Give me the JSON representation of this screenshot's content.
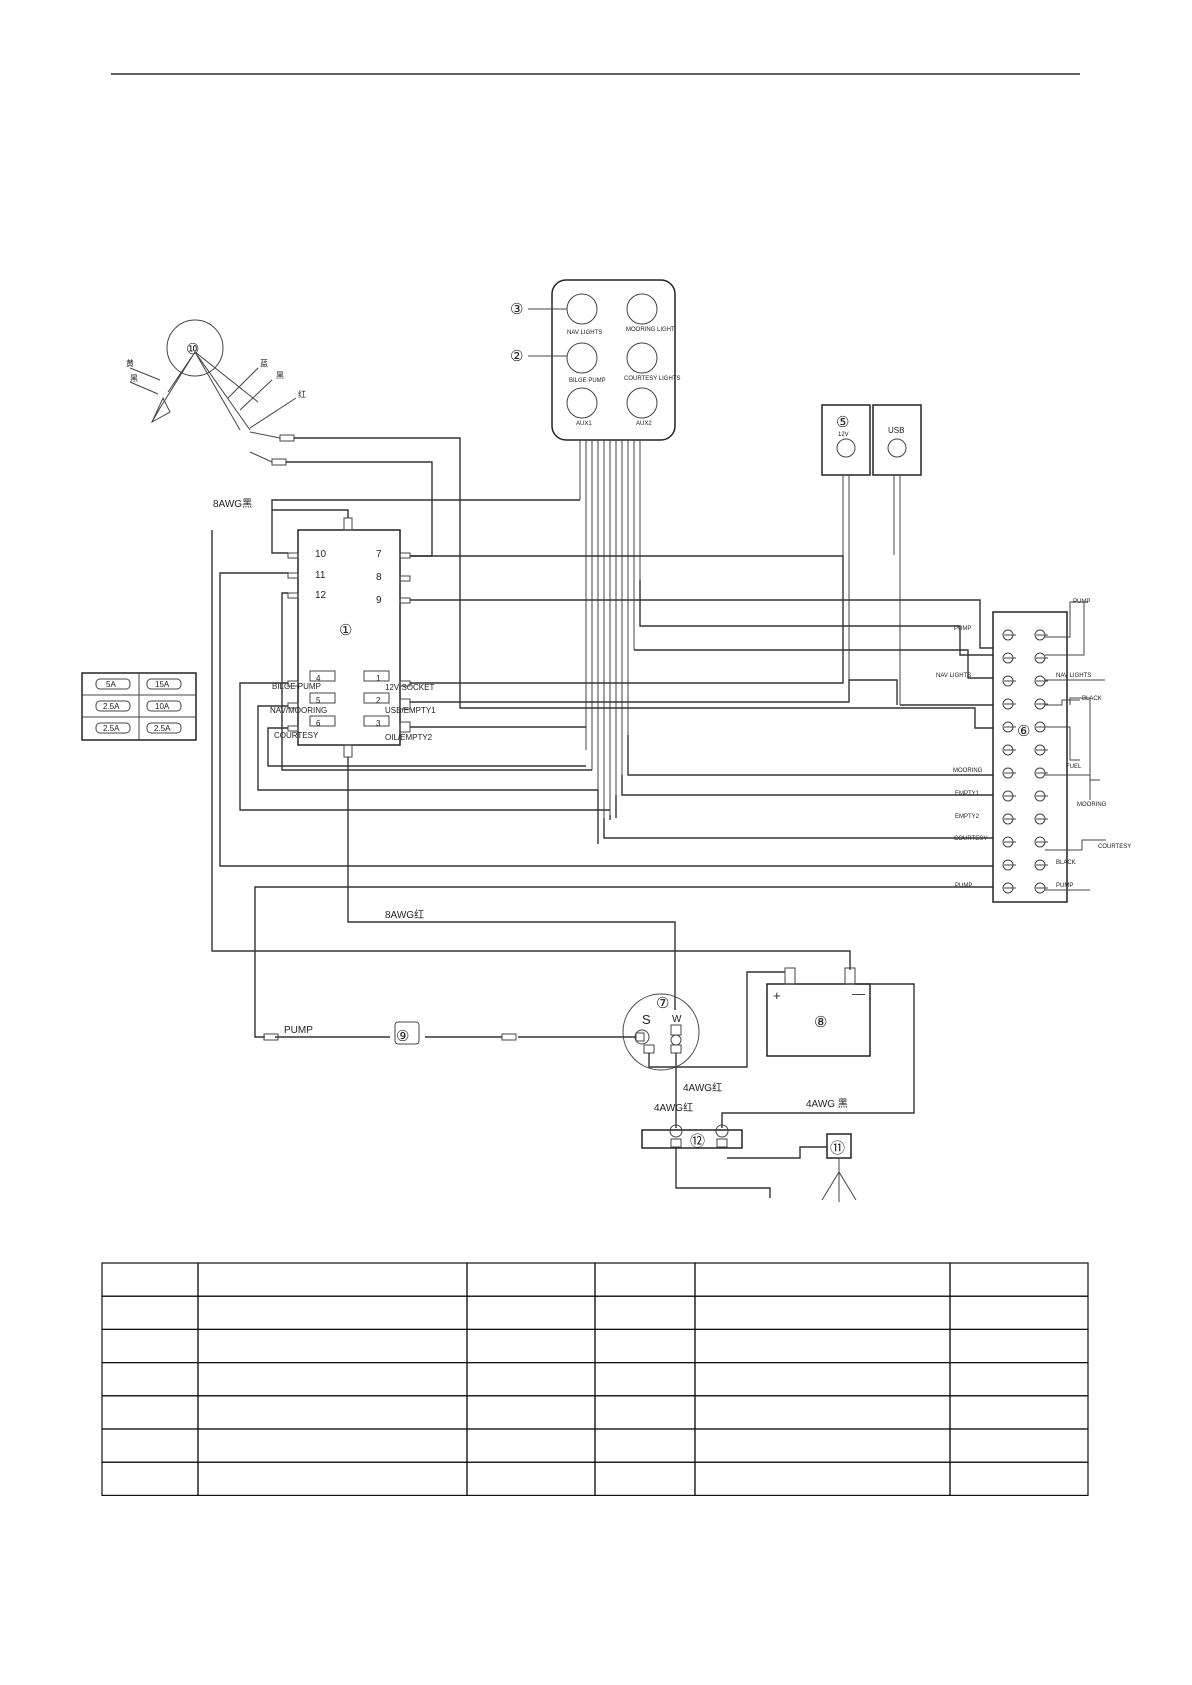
{
  "labels": {
    "pump": "PUMP",
    "nav_lights": "NAV LIGHTS",
    "black": "BLACK",
    "fuel": "FUEL",
    "mooring": "MOORING",
    "empty1": "EMPTY1",
    "empty2": "EMPTY2",
    "courtesy": "COURTESY",
    "awg8_top": "8AWG黑",
    "awg8_red": "8AWG红",
    "awg4_red_a": "4AWG红",
    "awg4_red_b": "4AWG红",
    "awg4_black": "4AWG 黑",
    "pump_wire": "PUMP",
    "twelve_v": "12V",
    "usb": "USB",
    "s": "S",
    "w": "W",
    "plus": "+",
    "minus": "—"
  },
  "switch_panel": {
    "labels": [
      "NAV LIGHTS",
      "MOORING LIGHT",
      "BILGE PUMP",
      "COURTESY LIGHTS",
      "AUX1",
      "AUX2"
    ]
  },
  "main_unit": {
    "pins_left": [
      "10",
      "11",
      "12"
    ],
    "pins_right": [
      "7",
      "8",
      "9"
    ],
    "relays": [
      "4",
      "5",
      "6",
      "1",
      "2",
      "3"
    ],
    "left_labels": [
      "BILGE PUMP",
      "NAV/MOORING",
      "COURTESY"
    ],
    "right_labels": [
      "12V SOCKET",
      "USB/EMPTY1",
      "OIL/EMPTY2"
    ]
  },
  "fuses": [
    "5A",
    "15A",
    "2.5A",
    "10A",
    "2.5A",
    "2.5A"
  ],
  "gauge_wire_colors": [
    "黄",
    "黑",
    "蓝",
    "黑",
    "红"
  ],
  "callouts": [
    "①",
    "②",
    "③",
    "⑤",
    "⑥",
    "⑦",
    "⑧",
    "⑨",
    "⑩",
    "⑪",
    "⑫"
  ],
  "table": {
    "rows": 7,
    "cols": 6
  }
}
